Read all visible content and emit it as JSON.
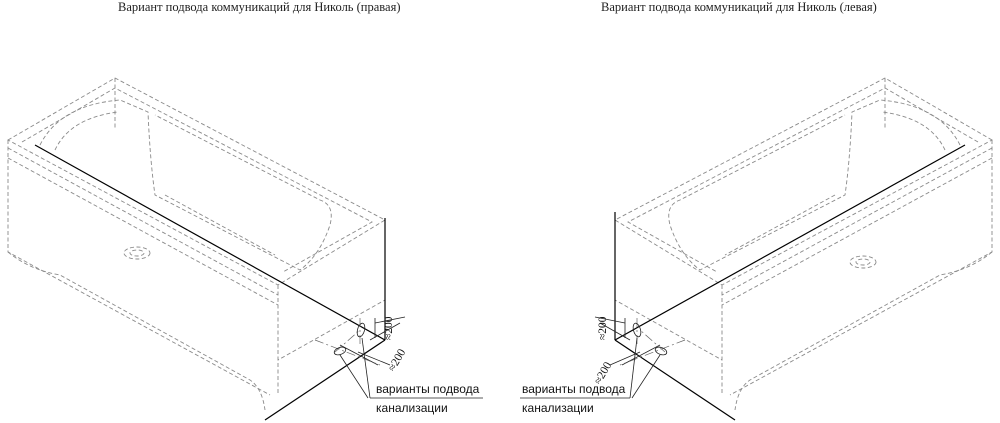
{
  "titles": {
    "right_variant": "Вариант подвода коммуникаций для Николь (правая)",
    "left_variant": "Вариант подвода коммуникаций для Николь (левая)"
  },
  "labels": {
    "drain_line1": "варианты подвода",
    "drain_line2": "канализации",
    "dim_200": "≈200"
  },
  "colors": {
    "outline": "#8a8a8a",
    "pipe": "#000000",
    "text": "#222222"
  }
}
